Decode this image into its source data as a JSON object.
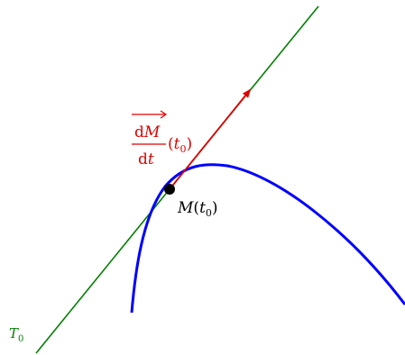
{
  "diagram": {
    "curve_color": "#0000ff",
    "tangent_color": "#008000",
    "vector_color": "#e00000",
    "point_color": "#000000",
    "tangent_label": {
      "main": "T",
      "sub": "0"
    },
    "vector_label": {
      "numerator_d": "d",
      "numerator_var": "M",
      "denominator_d": "d",
      "denominator_var": "t",
      "arg_open": "(",
      "arg_var": "t",
      "arg_sub": "0",
      "arg_close": ")"
    },
    "point_label": {
      "name": "M",
      "arg_open": "(",
      "arg_var": "t",
      "arg_sub": "0",
      "arg_close": ")"
    }
  }
}
